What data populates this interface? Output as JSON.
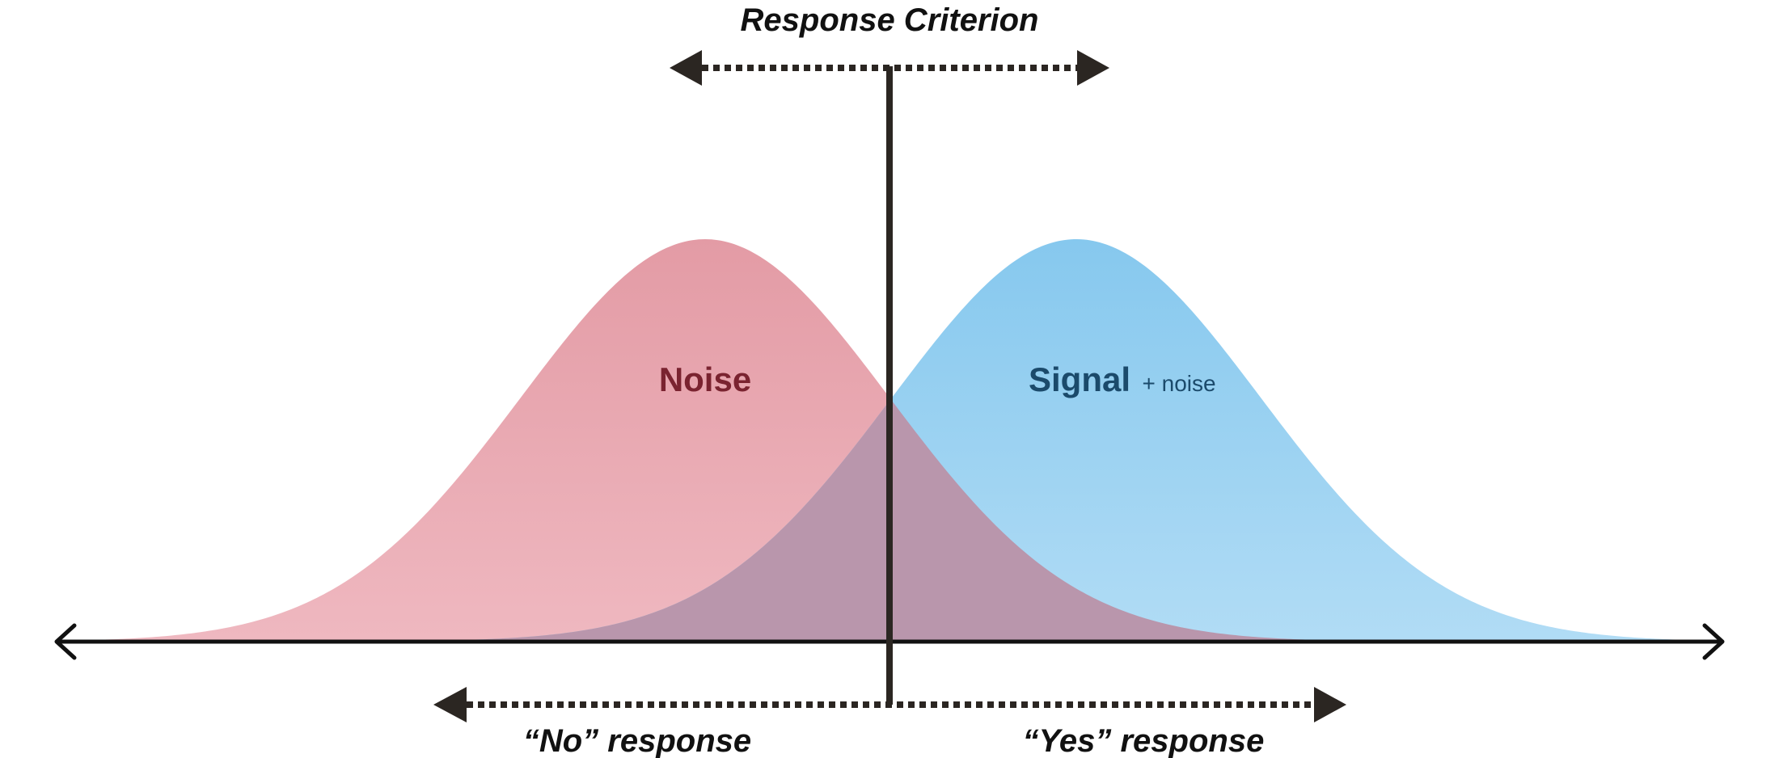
{
  "title": "Response Criterion",
  "distributions": {
    "noise": {
      "label": "Noise"
    },
    "signal": {
      "label": "Signal",
      "sublabel": "+ noise"
    }
  },
  "responses": {
    "no": "“No” response",
    "yes": "“Yes” response"
  },
  "colors": {
    "noise_top": "#e39ba5",
    "noise_bottom": "#efb8c0",
    "signal_top": "#86c8ee",
    "signal_bottom": "#b1dcf5",
    "overlap": "#b996ac",
    "noise_label": "#7a2330",
    "signal_label": "#1b4a6b",
    "axis": "#111111",
    "criterion": "#2b2622"
  }
}
